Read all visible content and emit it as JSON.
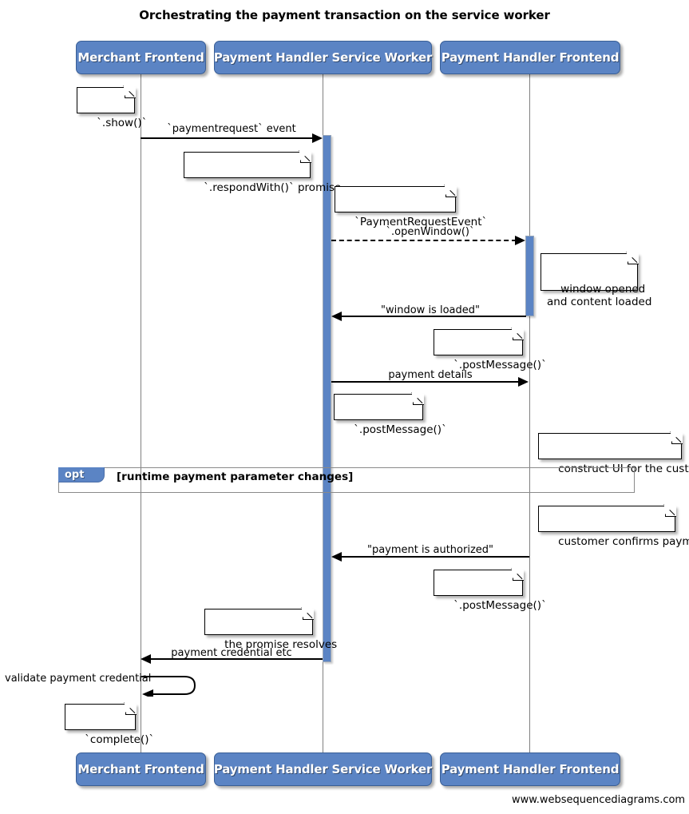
{
  "diagram": {
    "title": "Orchestrating the payment transaction on the service worker",
    "footer": "www.websequencediagrams.com",
    "colors": {
      "participant_fill": "#5b84c4",
      "participant_border": "#3a5f96",
      "activation_fill": "#5b84c4",
      "lifeline": "#808080",
      "fragment_border": "#8a8a8a",
      "note_fill": "#ffffff",
      "arrow": "#000000",
      "text": "#000000"
    }
  },
  "participants": [
    {
      "id": "merchant",
      "label": "Merchant Frontend"
    },
    {
      "id": "sw",
      "label": "Payment Handler Service Worker"
    },
    {
      "id": "phfront",
      "label": "Payment Handler Frontend"
    }
  ],
  "participants_bottom": [
    {
      "id": "merchant",
      "label": "Merchant Frontend"
    },
    {
      "id": "sw",
      "label": "Payment Handler Service Worker"
    },
    {
      "id": "phfront",
      "label": "Payment Handler Frontend"
    }
  ],
  "messages": [
    {
      "id": "m1",
      "label": "`paymentrequest` event",
      "from": "merchant",
      "to": "sw",
      "style": "solid",
      "direction": "right"
    },
    {
      "id": "m2",
      "label": "`.openWindow()`",
      "from": "sw",
      "to": "phfront",
      "style": "dashed",
      "direction": "right"
    },
    {
      "id": "m3",
      "label": "\"window is loaded\"",
      "from": "phfront",
      "to": "sw",
      "style": "solid",
      "direction": "left"
    },
    {
      "id": "m4",
      "label": "payment details",
      "from": "sw",
      "to": "phfront",
      "style": "solid",
      "direction": "right"
    },
    {
      "id": "m5",
      "label": "\"payment is authorized\"",
      "from": "phfront",
      "to": "sw",
      "style": "solid",
      "direction": "left"
    },
    {
      "id": "m6",
      "label": "payment credential etc",
      "from": "sw",
      "to": "merchant",
      "style": "solid",
      "direction": "left"
    },
    {
      "id": "m7",
      "label": "validate payment credential",
      "from": "merchant",
      "to": "merchant",
      "style": "self",
      "direction": "left"
    }
  ],
  "notes": [
    {
      "id": "n1",
      "text": "`.show()`"
    },
    {
      "id": "n2",
      "text": "`.respondWith()` promise"
    },
    {
      "id": "n3",
      "text": "`PaymentRequestEvent`"
    },
    {
      "id": "n4",
      "text": "window opened\nand content loaded"
    },
    {
      "id": "n5",
      "text": "`.postMessage()`"
    },
    {
      "id": "n6",
      "text": "`.postMessage()`"
    },
    {
      "id": "n7",
      "text": "construct UI for the customer"
    },
    {
      "id": "n8",
      "text": "customer confirms payment"
    },
    {
      "id": "n9",
      "text": "`.postMessage()`"
    },
    {
      "id": "n10",
      "text": "the promise resolves"
    },
    {
      "id": "n11",
      "text": "`complete()`"
    }
  ],
  "fragment": {
    "id": "opt-fragment",
    "type_label": "opt",
    "condition": "[runtime payment parameter changes]"
  }
}
